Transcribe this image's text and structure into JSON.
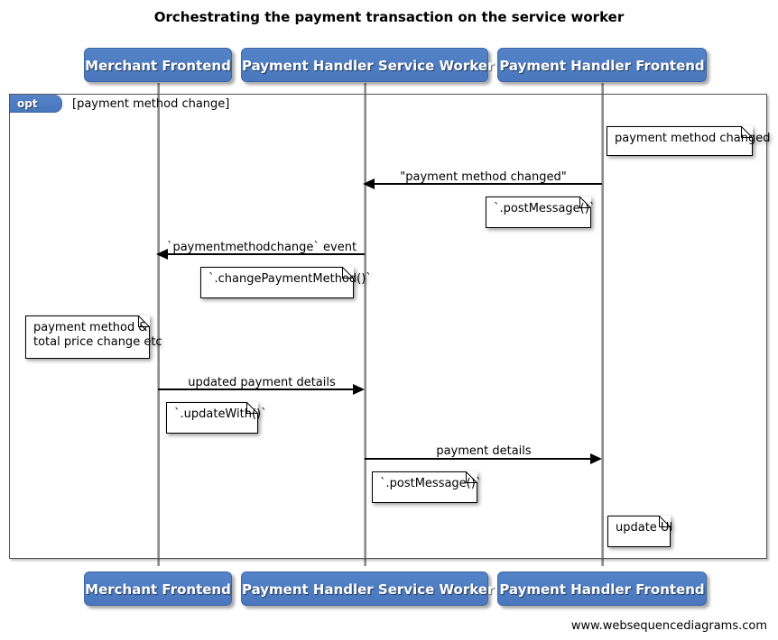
{
  "title": "Orchestrating the payment transaction on the service worker",
  "footer": {
    "url": "www.websequencediagrams.com"
  },
  "colors": {
    "participant_fill": "#4f7fc4",
    "participant_text": "#ffffff",
    "frame_tag_fill": "#4f7fc4",
    "lifeline": "#8c8c8c",
    "arrow": "#000000",
    "note_fill": "#ffffff",
    "background": "#ffffff"
  },
  "participants": [
    {
      "id": "merchant-frontend",
      "label": "Merchant Frontend"
    },
    {
      "id": "payment-handler-service-worker",
      "label": "Payment Handler Service Worker"
    },
    {
      "id": "payment-handler-frontend",
      "label": "Payment Handler Frontend"
    }
  ],
  "participants_bottom": [
    {
      "id": "merchant-frontend",
      "label": "Merchant Frontend"
    },
    {
      "id": "payment-handler-service-worker",
      "label": "Payment Handler Service Worker"
    },
    {
      "id": "payment-handler-frontend",
      "label": "Payment Handler Frontend"
    }
  ],
  "fragment": {
    "type": "opt",
    "guard": "[payment method change]"
  },
  "messages": [
    {
      "id": "payment-method-changed",
      "label": "\"payment method changed\"",
      "from": "payment-handler-frontend",
      "to": "payment-handler-service-worker",
      "direction": "left"
    },
    {
      "id": "paymentmethodchange-event",
      "label": "`paymentmethodchange` event",
      "from": "payment-handler-service-worker",
      "to": "merchant-frontend",
      "direction": "left"
    },
    {
      "id": "updated-payment-details",
      "label": "updated payment details",
      "from": "merchant-frontend",
      "to": "payment-handler-service-worker",
      "direction": "right"
    },
    {
      "id": "payment-details",
      "label": "payment details",
      "from": "payment-handler-service-worker",
      "to": "payment-handler-frontend",
      "direction": "right"
    }
  ],
  "notes": [
    {
      "id": "note-payment-method-changed",
      "text": "payment method changed",
      "on": "payment-handler-frontend"
    },
    {
      "id": "note-post-message-1",
      "text": "`.postMessage()`",
      "on": "payment-handler-frontend"
    },
    {
      "id": "note-change-payment-method",
      "text": "`.changePaymentMethod()`",
      "on": "payment-handler-service-worker"
    },
    {
      "id": "note-payment-method-total-price",
      "text": "payment method &\ntotal price change etc",
      "on": "merchant-frontend"
    },
    {
      "id": "note-update-with",
      "text": "`.updateWith()`",
      "on": "merchant-frontend"
    },
    {
      "id": "note-post-message-2",
      "text": "`.postMessage()`",
      "on": "payment-handler-service-worker"
    },
    {
      "id": "note-update-ui",
      "text": "update UI",
      "on": "payment-handler-frontend"
    }
  ]
}
